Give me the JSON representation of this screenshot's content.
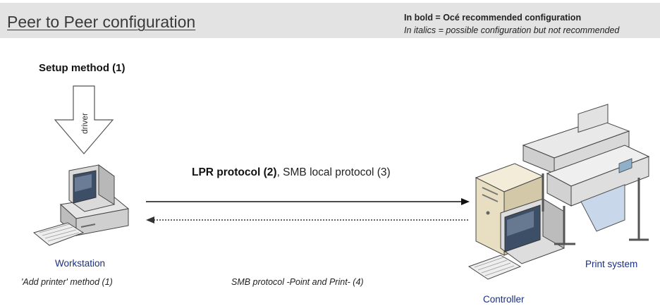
{
  "header": {
    "title": "Peer to Peer configuration",
    "legend_bold": "In bold = Océ recommended configuration",
    "legend_italic": "In italics =  possible configuration but not recommended"
  },
  "setup": {
    "label": "Setup method (1)",
    "arrow_label": "driver"
  },
  "protocols": {
    "lpr_bold": "LPR protocol (2)",
    "lpr_rest": ", SMB local protocol (3)",
    "smb_point_print": "SMB protocol -Point and Print- (4)"
  },
  "nodes": {
    "workstation": "Workstation",
    "add_printer": "'Add printer' method (1)",
    "print_system": "Print system",
    "controller": "Controller"
  },
  "colors": {
    "header_bg": "#e3e3e3",
    "node_label": "#1a2f7e"
  }
}
